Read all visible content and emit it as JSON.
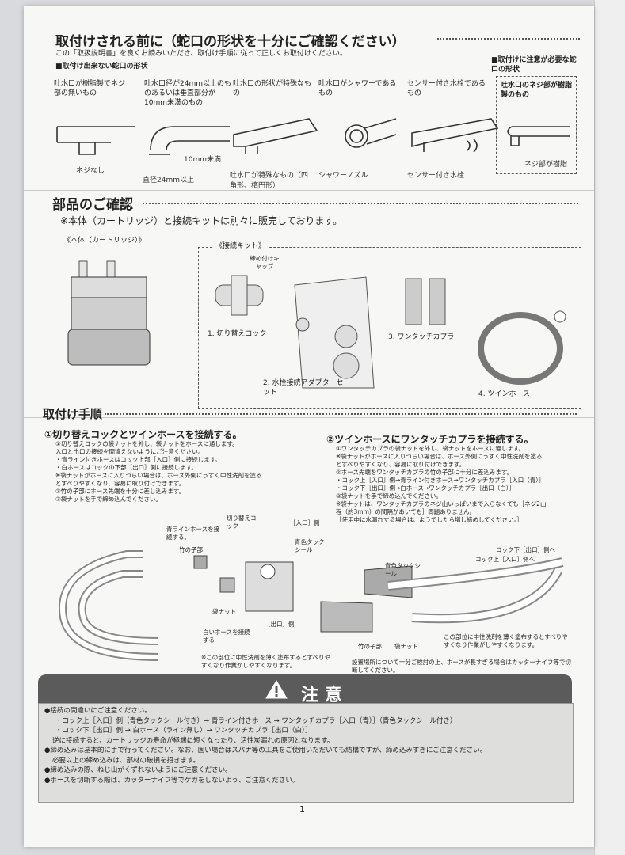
{
  "sec1": {
    "title": "取付けされる前に（蛇口の形状を十分にご確認ください）",
    "intro": "この「取扱説明書」を良くお読みいただき、取付け手順に従って正しくお取付けください。",
    "sub": "■取付け出来ない蛇口の形状",
    "warn_sub": "■取付けに注意が必要な蛇口の形状",
    "faucets": [
      {
        "label": "吐水口が樹脂製でネジ部の無いもの",
        "caption": "ネジなし"
      },
      {
        "label": "吐水口径が24mm以上のものあるいは垂直部分が10mm未満のもの",
        "caption": "直径24mm以上",
        "caption2": "10mm未満"
      },
      {
        "label": "吐水口の形状が特殊なもの",
        "caption": "吐水口が特殊なもの（四角形、楕円形）"
      },
      {
        "label": "吐水口がシャワーであるもの",
        "caption": "シャワーノズル"
      },
      {
        "label": "センサー付き水栓であるもの",
        "caption": "センサー付き水栓"
      },
      {
        "label": "吐水口のネジ部が樹脂製のもの",
        "caption": "ネジ部が樹脂"
      }
    ]
  },
  "sec2": {
    "title": "部品のご確認",
    "note": "※本体（カートリッジ）と接続キットは別々に販売しております。",
    "body_label": "《本体（カートリッジ）》",
    "kit_label": "《接続キット》",
    "cap_label": "締め付けキャップ",
    "parts": [
      "1. 切り替えコック",
      "2. 水栓接続アダプターセット",
      "3. ワンタッチカプラ",
      "4. ツインホース"
    ]
  },
  "sec3": {
    "title": "取付け手順",
    "step1_title": "①切り替えコックとツインホースを接続する。",
    "step1_text": [
      "①切り替えコックの袋ナットを外し、袋ナットをホースに通します。",
      "入口と出口の接続を間違えないようにご注意ください。",
      "・青ライン付きホースはコック上部［入口］側に接続します。",
      "・白ホースはコックの下部［出口］側に接続します。",
      "※袋ナットがホースに入りづらい場合は、ホース外側にうすく中性洗剤を塗る",
      "とすべりやすくなり、容易に取り付けできます。",
      "②竹の子部にホース先端を十分に差し込みます。",
      "③袋ナットを手で締め込んでください。"
    ],
    "step2_title": "②ツインホースにワンタッチカプラを接続する。",
    "step2_text": [
      "①ワンタッチカプラの袋ナットを外し、袋ナットをホースに通します。",
      "※袋ナットがホースに入りづらい場合は、ホース外側にうすく中性洗剤を塗る",
      "とすべりやすくなり、容易に取り付けできます。",
      "②ホース先端をワンタッチカプラの竹の子部に十分に差込みます。",
      "・コック上［入口］側→青ライン付きホース→ワンタッチカプラ［入口（青）］",
      "・コック下［出口］側→白ホース→ワンタッチカプラ［出口（白）］",
      "③袋ナットを手で締め込んでください。",
      "※袋ナットは、ワンタッチカプラのネジ山いっぱいまで入らなくても［ネジ2山",
      "程（約3mm）の間隔があいても］問題ありません。",
      "［使用中に水漏れする場合は、ようでしたら増し締めしてください。］"
    ],
    "diagram_labels": {
      "blue_hose": "青ラインホースを接続する。",
      "bamboo": "竹の子部",
      "cock": "切り替えコック",
      "inlet": "［入口］側",
      "blue_seal": "青色タックシール",
      "nut": "袋ナット",
      "white_hose": "白いホースを接続する",
      "outlet": "［出口］側",
      "note1": "※この部位に中性洗剤を薄く塗布するとすべりやすくなり作業がしやすくなります。",
      "blue_seal2": "青色タックシール",
      "cock_lower": "コック下［出口］側へ",
      "cock_upper": "コック上［入口］側へ",
      "bamboo2": "竹の子部",
      "nut2": "袋ナット",
      "note2": "この部位に中性洗剤を薄く塗布するとすべりやすくなり作業がしやすくなります。",
      "note3": "設置場所について十分ご検討の上、ホースが長すぎる場合はカッターナイフ等で切断してください。"
    }
  },
  "caution": {
    "title": "注意",
    "lines": [
      "●接続の間違いにご注意ください。",
      "・コック上［入口］側（青色タックシール付き）→ 青ライン付きホース → ワンタッチカプラ［入口（青）］（青色タックシール付き）",
      "・コック下［出口］側 → 白ホース（ライン無し）→ ワンタッチカプラ［出口（白）］",
      "逆に接続すると、カートリッジの寿命が極端に短くなったり、活性炭漏れの原因となります。",
      "●締め込みは基本的に手で行ってください。なお、固い場合はスパナ等の工具をご使用いただいても結構ですが、締め込みすぎにご注意ください。",
      "必要以上の締め込みは、部材の破損を招きます。",
      "●締め込みの際、ねじ山がくずれないようにご注意ください。",
      "●ホースを切断する際は、カッターナイフ等でケガをしないよう、ご注意ください。"
    ]
  },
  "page_number": "1"
}
